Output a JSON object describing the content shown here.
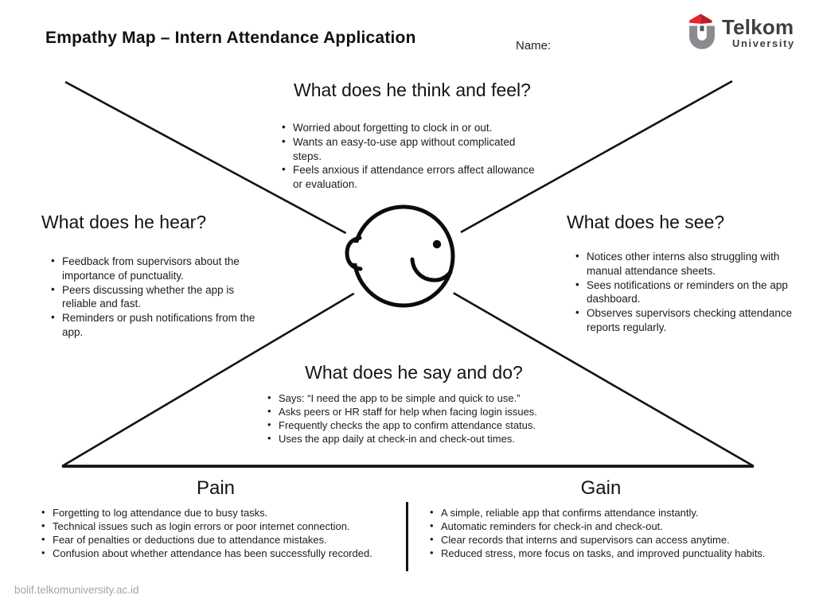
{
  "header": {
    "title": "Empathy Map – Intern Attendance Application",
    "name_label": "Name:",
    "logo": {
      "brand": "Telkom",
      "sub": "University",
      "red": "#e8242c",
      "red_dark": "#b91d23",
      "gray": "#898b8e",
      "dark_text": "#3f3f41"
    }
  },
  "quadrants": {
    "think_feel": {
      "heading": "What does he think and feel?",
      "items": [
        "Worried about forgetting to clock in or out.",
        "Wants an easy-to-use app without complicated steps.",
        "Feels anxious if attendance errors affect allowance or evaluation."
      ]
    },
    "hear": {
      "heading": "What does he hear?",
      "items": [
        "Feedback from supervisors about the importance of punctuality.",
        "Peers discussing whether the app is reliable and fast.",
        "Reminders or push notifications from the app."
      ]
    },
    "see": {
      "heading": "What does he see?",
      "items": [
        "Notices other interns also struggling with manual attendance sheets.",
        "Sees notifications or reminders on the app dashboard.",
        "Observes supervisors checking attendance reports regularly."
      ]
    },
    "say_do": {
      "heading": "What does he say and do?",
      "items": [
        "Says: “I need the app to be simple and quick to use.”",
        "Asks peers or HR staff for help when facing login issues.",
        "Frequently checks the app to confirm attendance status.",
        "Uses the app daily at check-in and check-out times."
      ]
    }
  },
  "bottom": {
    "pain": {
      "heading": "Pain",
      "items": [
        "Forgetting to log attendance due to busy tasks.",
        "Technical issues such as login errors or poor internet connection.",
        "Fear of penalties or deductions due to attendance mistakes.",
        "Confusion about whether attendance has been successfully recorded."
      ]
    },
    "gain": {
      "heading": "Gain",
      "items": [
        "A simple, reliable app that confirms attendance instantly.",
        "Automatic reminders for check-in and check-out.",
        "Clear records that interns and supervisors can access anytime.",
        "Reduced stress, more focus on tasks, and improved punctuality habits."
      ]
    }
  },
  "footer": {
    "url": "bolif.telkomuniversity.ac.id"
  },
  "diagram_colors": {
    "line": "#121212",
    "face_stroke": "#0c0c0c"
  }
}
